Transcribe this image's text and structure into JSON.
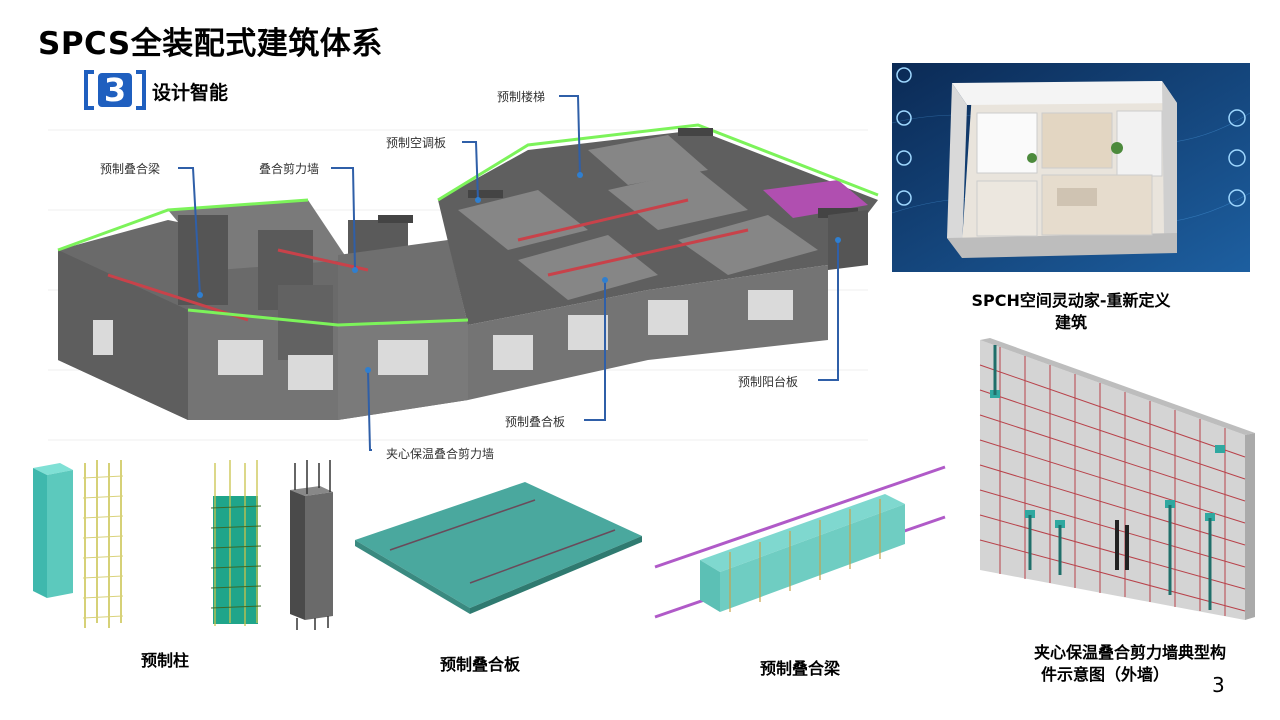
{
  "header": {
    "title": "SPCS全装配式建筑体系",
    "section_number": "3",
    "section_title": "设计智能"
  },
  "model_callouts": [
    "预制叠合梁",
    "叠合剪力墙",
    "预制空调板",
    "预制楼梯",
    "预制阳台板",
    "预制叠合板",
    "夹心保温叠合剪力墙"
  ],
  "photo": {
    "caption_line1": "SPCH空间灵动家-重新定义",
    "caption_line2": "建筑"
  },
  "components": [
    {
      "caption": "预制柱"
    },
    {
      "caption": "预制叠合板"
    },
    {
      "caption": "预制叠合梁"
    }
  ],
  "wall_panel": {
    "caption_line1": "夹心保温叠合剪力墙典型构",
    "caption_line2": "件示意图（外墙）"
  },
  "page_number": "3",
  "colors": {
    "badge_blue": "#1f5fbf",
    "callout_line": "#2f5fa8",
    "concrete": "#6f6f6f",
    "green_edge": "#7cf35a",
    "teal": "#3fb8ad",
    "slab_teal": "#4aa89e",
    "rebar_purple": "#b05ac8",
    "rebar_red": "#c8424a"
  }
}
